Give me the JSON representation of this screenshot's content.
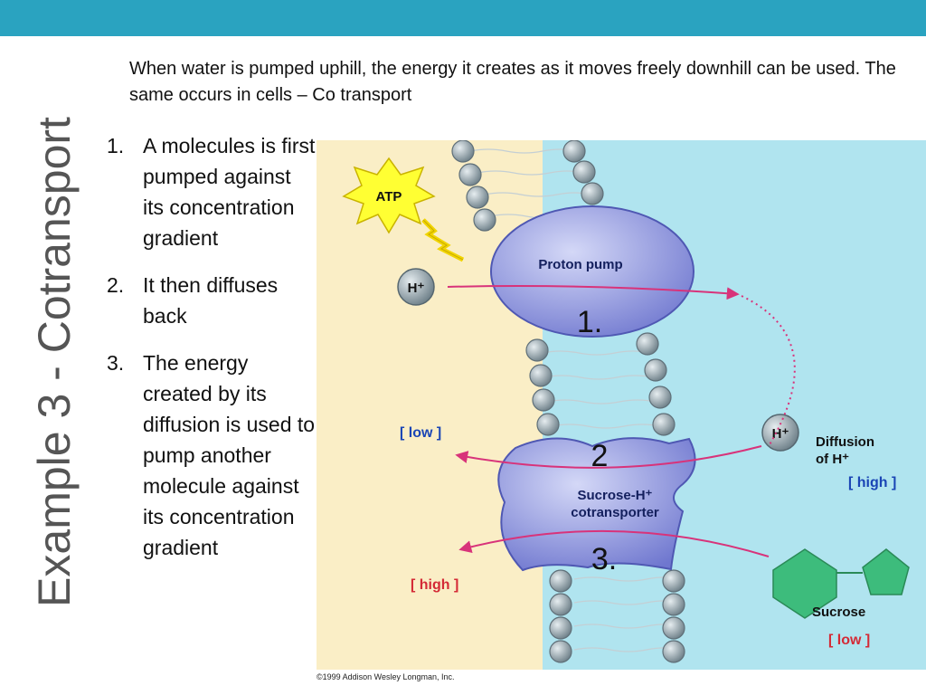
{
  "slide": {
    "title": "Example 3 - Cotransport",
    "intro": "When water is pumped uphill, the energy it creates as it moves freely downhill can be used. The same occurs in cells – Co transport",
    "steps": [
      {
        "num": "1.",
        "text": "A molecules is first pumped against its concentration gradient"
      },
      {
        "num": "2.",
        "text": "It then diffuses back"
      },
      {
        "num": "3.",
        "text": "The energy created by its diffusion is used to pump another molecule against its concentration gradient"
      }
    ],
    "colors": {
      "topbar": "#2aa3c0",
      "left_side": "#faeec6",
      "right_side": "#b0e4ef",
      "protein": "#8e95df",
      "arrow": "#d8337a",
      "sucrose": "#3dbc7c"
    }
  },
  "diagram": {
    "atp": "ATP",
    "proton_pump": "Proton pump",
    "h_ion": "H⁺",
    "marker_1": "1.",
    "marker_2": "2",
    "marker_3": "3.",
    "low_left": "[ low ]",
    "high_left": "[ high ]",
    "diffusion_line1": "Diffusion",
    "diffusion_line2": "of H⁺",
    "high_right": "[ high ]",
    "cotransporter_line1": "Sucrose-H⁺",
    "cotransporter_line2": "cotransporter",
    "sucrose": "Sucrose",
    "low_right": "[ low ]",
    "copyright": "©1999 Addison Wesley Longman, Inc."
  }
}
